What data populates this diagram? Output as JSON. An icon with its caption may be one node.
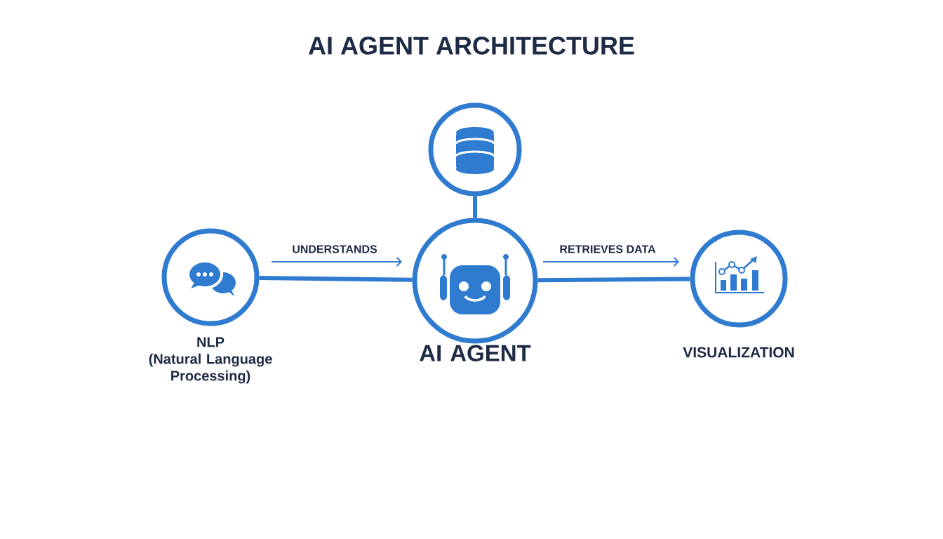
{
  "diagram": {
    "title": "AI AGENT ARCHITECTURE",
    "nodes": [
      {
        "text": [
          "NLP",
          "(Natural Language Processing)"
        ]
      },
      {
        "text": [],
        "shape": "circle"
      },
      {
        "text": [
          "AI AGENT"
        ]
      },
      {
        "text": [
          "VISUALIZATION"
        ]
      }
    ],
    "edges": [
      {
        "from": 0,
        "to": 2,
        "arrow": "none",
        "label": "UNDERSTANDS"
      },
      {
        "from": 1,
        "to": 2,
        "arrow": "none"
      },
      {
        "from": 2,
        "to": 3,
        "arrow": "none",
        "label": "RETRIEVES DATA"
      }
    ]
  }
}
